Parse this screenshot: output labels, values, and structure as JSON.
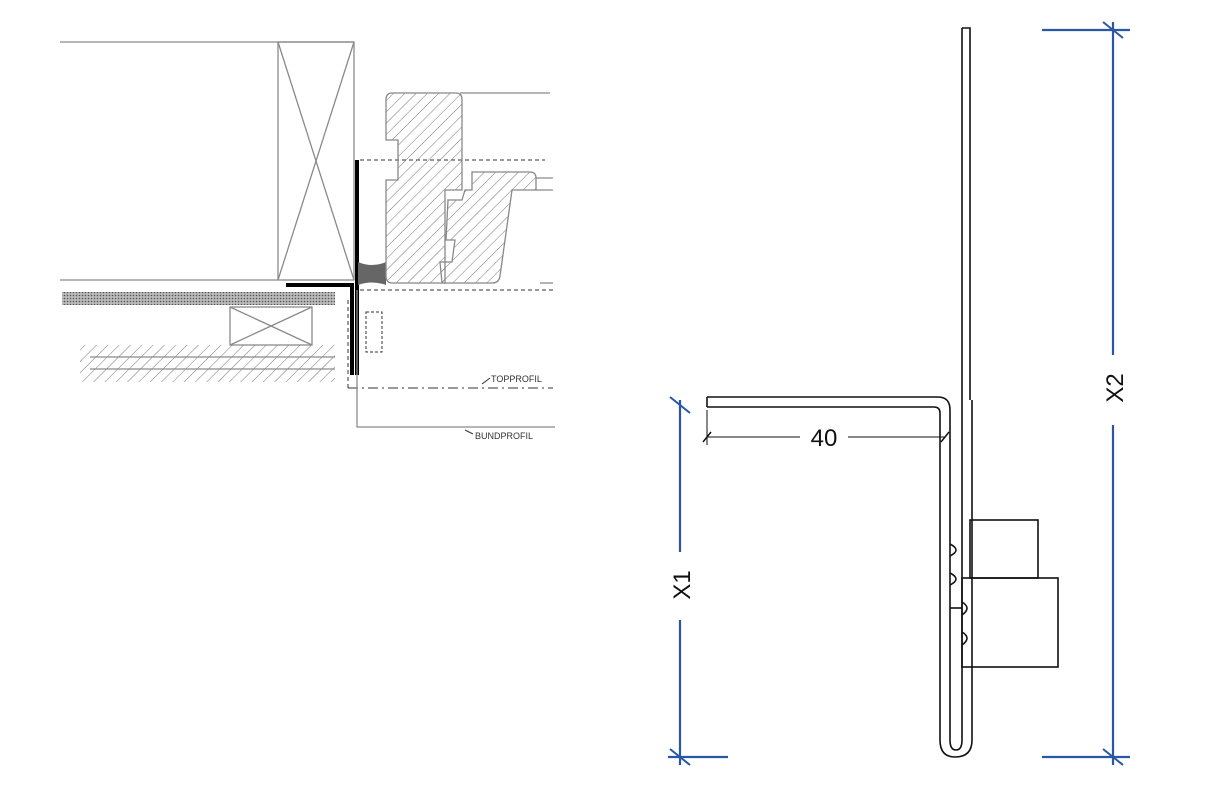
{
  "left_detail": {
    "labels": {
      "top_profile": "TOPPROFIL",
      "bottom_profile": "BUNDPROFIL"
    }
  },
  "right_detail": {
    "dimensions": {
      "width": "40",
      "x1": "X1",
      "x2": "X2"
    },
    "colors": {
      "dimension_line": "#2a56a6",
      "outline": "#111111"
    }
  }
}
